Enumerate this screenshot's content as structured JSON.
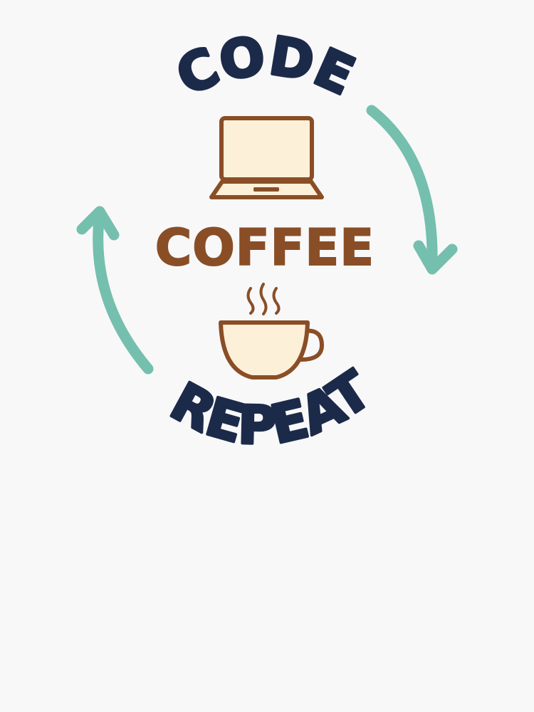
{
  "design": {
    "top_word": "CODE",
    "middle_word": "COFFEE",
    "bottom_word": "REPEAT",
    "icons": [
      "laptop-icon",
      "coffee-cup-icon",
      "steam-icon",
      "cycle-arrow-right-icon",
      "cycle-arrow-left-icon"
    ]
  },
  "colors": {
    "background": "#f8f8f9",
    "navy_text": "#1c2a4a",
    "brown_text": "#8a4e26",
    "arrow_teal": "#75bfae",
    "icon_fill_cream": "#fdf0d8",
    "icon_outline_brown": "#8a4e26"
  }
}
